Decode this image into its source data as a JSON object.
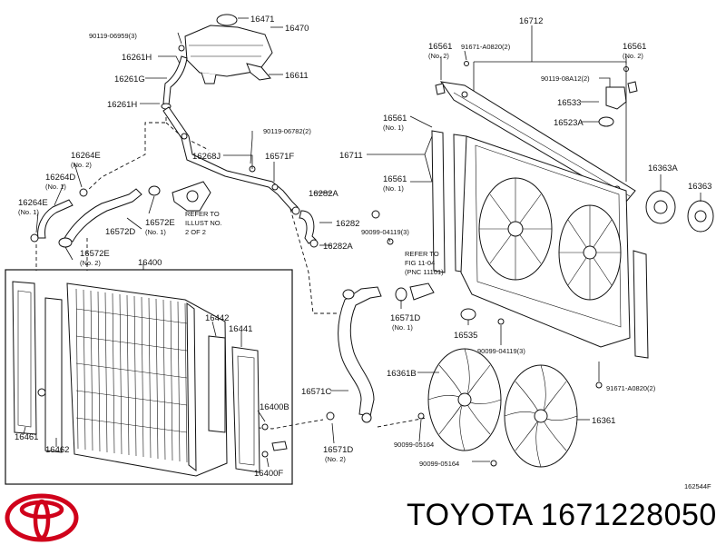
{
  "diagram": {
    "parts": {
      "p16471": "16471",
      "p16470": "16470",
      "p90119_06959": "90119-06959(3)",
      "p16261H_top": "16261H",
      "p16261G": "16261G",
      "p16261H_bottom": "16261H",
      "p16611": "16611",
      "p16712": "16712",
      "p16561_top_left": "16561",
      "p16561_top_left_no": "(No. 2)",
      "p91671_a0820_top": "91671-A0820(2)",
      "p16561_top_right": "16561",
      "p16561_top_right_no": "(No. 2)",
      "p90119_08a12": "90119-08A12(2)",
      "p16533": "16533",
      "p16523A": "16523A",
      "p16363A": "16363A",
      "p16363": "16363",
      "p90119_06782": "90119-06782(2)",
      "p16268J": "16268J",
      "p16571F": "16571F",
      "p16561_mid_a": "16561",
      "p16561_mid_a_no": "(No. 1)",
      "p16711": "16711",
      "p16561_mid_b": "16561",
      "p16561_mid_b_no": "(No. 1)",
      "p16264E_a": "16264E",
      "p16264E_a_no": "(No. 2)",
      "p16264D": "16264D",
      "p16264D_no": "(No. 1)",
      "p16264E_b": "16264E",
      "p16264E_b_no": "(No. 1)",
      "p16572D": "16572D",
      "p16572E_a": "16572E",
      "p16572E_a_no": "(No. 1)",
      "p16572E_b": "16572E",
      "p16572E_b_no": "(No. 2)",
      "p16282A_a": "16282A",
      "p16282": "16282",
      "p16282A_b": "16282A",
      "p90099_04119_a": "90099-04119(3)",
      "p16400": "16400",
      "p16442": "16442",
      "p16441": "16441",
      "p16571D_a": "16571D",
      "p16571D_a_no": "(No. 1)",
      "p16535": "16535",
      "p90099_04119_b": "90099-04119(3)",
      "p16361B": "16361B",
      "p91671_a0820_b": "91671-A0820(2)",
      "p16571C": "16571C",
      "p16400B": "16400B",
      "p16461": "16461",
      "p16462": "16462",
      "p16400F": "16400F",
      "p16571D_b": "16571D",
      "p16571D_b_no": "(No. 2)",
      "p90099_05164_a": "90099-05164",
      "p16361": "16361",
      "p90099_05164_b": "90099-05164",
      "p162544F": "162544F"
    },
    "notes": {
      "refer_illust": [
        "REFER TO",
        "ILLUST NO.",
        "2 OF 2"
      ],
      "refer_fig": [
        "REFER TO",
        "FIG 11-04",
        "(PNC 11101)"
      ]
    }
  },
  "caption": "TOYOTA 1671228050",
  "brand": {
    "name": "Toyota logo",
    "color": "#d0021b"
  }
}
